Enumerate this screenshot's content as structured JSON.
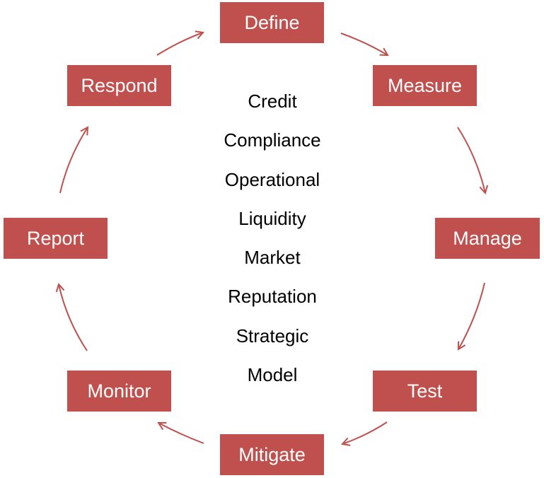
{
  "colors": {
    "box_fill": "#c0504d",
    "box_text": "#ffffff",
    "arrow": "#c0504d",
    "center_text": "#000000"
  },
  "cycle_steps": [
    {
      "id": "define",
      "label": "Define"
    },
    {
      "id": "measure",
      "label": "Measure"
    },
    {
      "id": "manage",
      "label": "Manage"
    },
    {
      "id": "test",
      "label": "Test"
    },
    {
      "id": "mitigate",
      "label": "Mitigate"
    },
    {
      "id": "monitor",
      "label": "Monitor"
    },
    {
      "id": "report",
      "label": "Report"
    },
    {
      "id": "respond",
      "label": "Respond"
    }
  ],
  "risk_types": [
    "Credit",
    "Compliance",
    "Operational",
    "Liquidity",
    "Market",
    "Reputation",
    "Strategic",
    "Model"
  ]
}
